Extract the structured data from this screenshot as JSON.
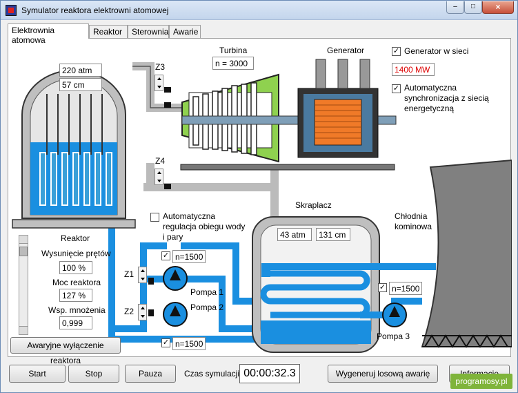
{
  "window": {
    "title": "Symulator reaktora elektrowni atomowej"
  },
  "tabs": [
    {
      "label": "Elektrownia atomowa",
      "active": true
    },
    {
      "label": "Reaktor",
      "active": false
    },
    {
      "label": "Sterownia",
      "active": false
    },
    {
      "label": "Awarie",
      "active": false
    }
  ],
  "reactor": {
    "pressure": "220 atm",
    "level": "57 cm",
    "section_title": "Reaktor",
    "rods_label": "Wysunięcie prętów",
    "rods_value": "100 %",
    "power_label": "Moc reaktora",
    "power_value": "127 %",
    "mult_label": "Wsp. mnożenia",
    "mult_value": "0,999",
    "scram_button": "Awaryjne wyłączenie reaktora"
  },
  "turbine": {
    "label": "Turbina",
    "speed": "n = 3000"
  },
  "generator": {
    "label": "Generator",
    "grid_label": "Generator w sieci",
    "grid_checked": true,
    "power": "1400 MW",
    "sync_label": "Automatyczna synchronizacja z siecią energetyczną",
    "sync_checked": true
  },
  "valves": {
    "z3": "Z3",
    "z4": "Z4",
    "z1": "Z1",
    "z2": "Z2"
  },
  "auto_reg": {
    "label": "Automatyczna regulacja obiegu wody i pary",
    "checked": false
  },
  "condenser": {
    "label": "Skraplacz",
    "pressure": "43 atm",
    "level": "131 cm"
  },
  "cooling": {
    "label": "Chłodnia kominowa"
  },
  "pumps": {
    "p1": {
      "label": "Pompa 1",
      "speed": "n=1500",
      "checked": true
    },
    "p2": {
      "label": "Pompa 2",
      "speed": "n=1500",
      "checked": true
    },
    "p3": {
      "label": "Pompa 3",
      "speed": "n=1500",
      "checked": true
    }
  },
  "controls": {
    "start": "Start",
    "stop": "Stop",
    "pause": "Pauza",
    "sim_time_label": "Czas symulacji",
    "sim_time": "00:00:32.3",
    "random_failure": "Wygeneruj losową awarię",
    "info": "Informacje"
  },
  "watermark": "programosy.pl",
  "colors": {
    "water": "#1a8fe0",
    "turbine": "#8fd14f",
    "generator_core": "#f07a28"
  }
}
